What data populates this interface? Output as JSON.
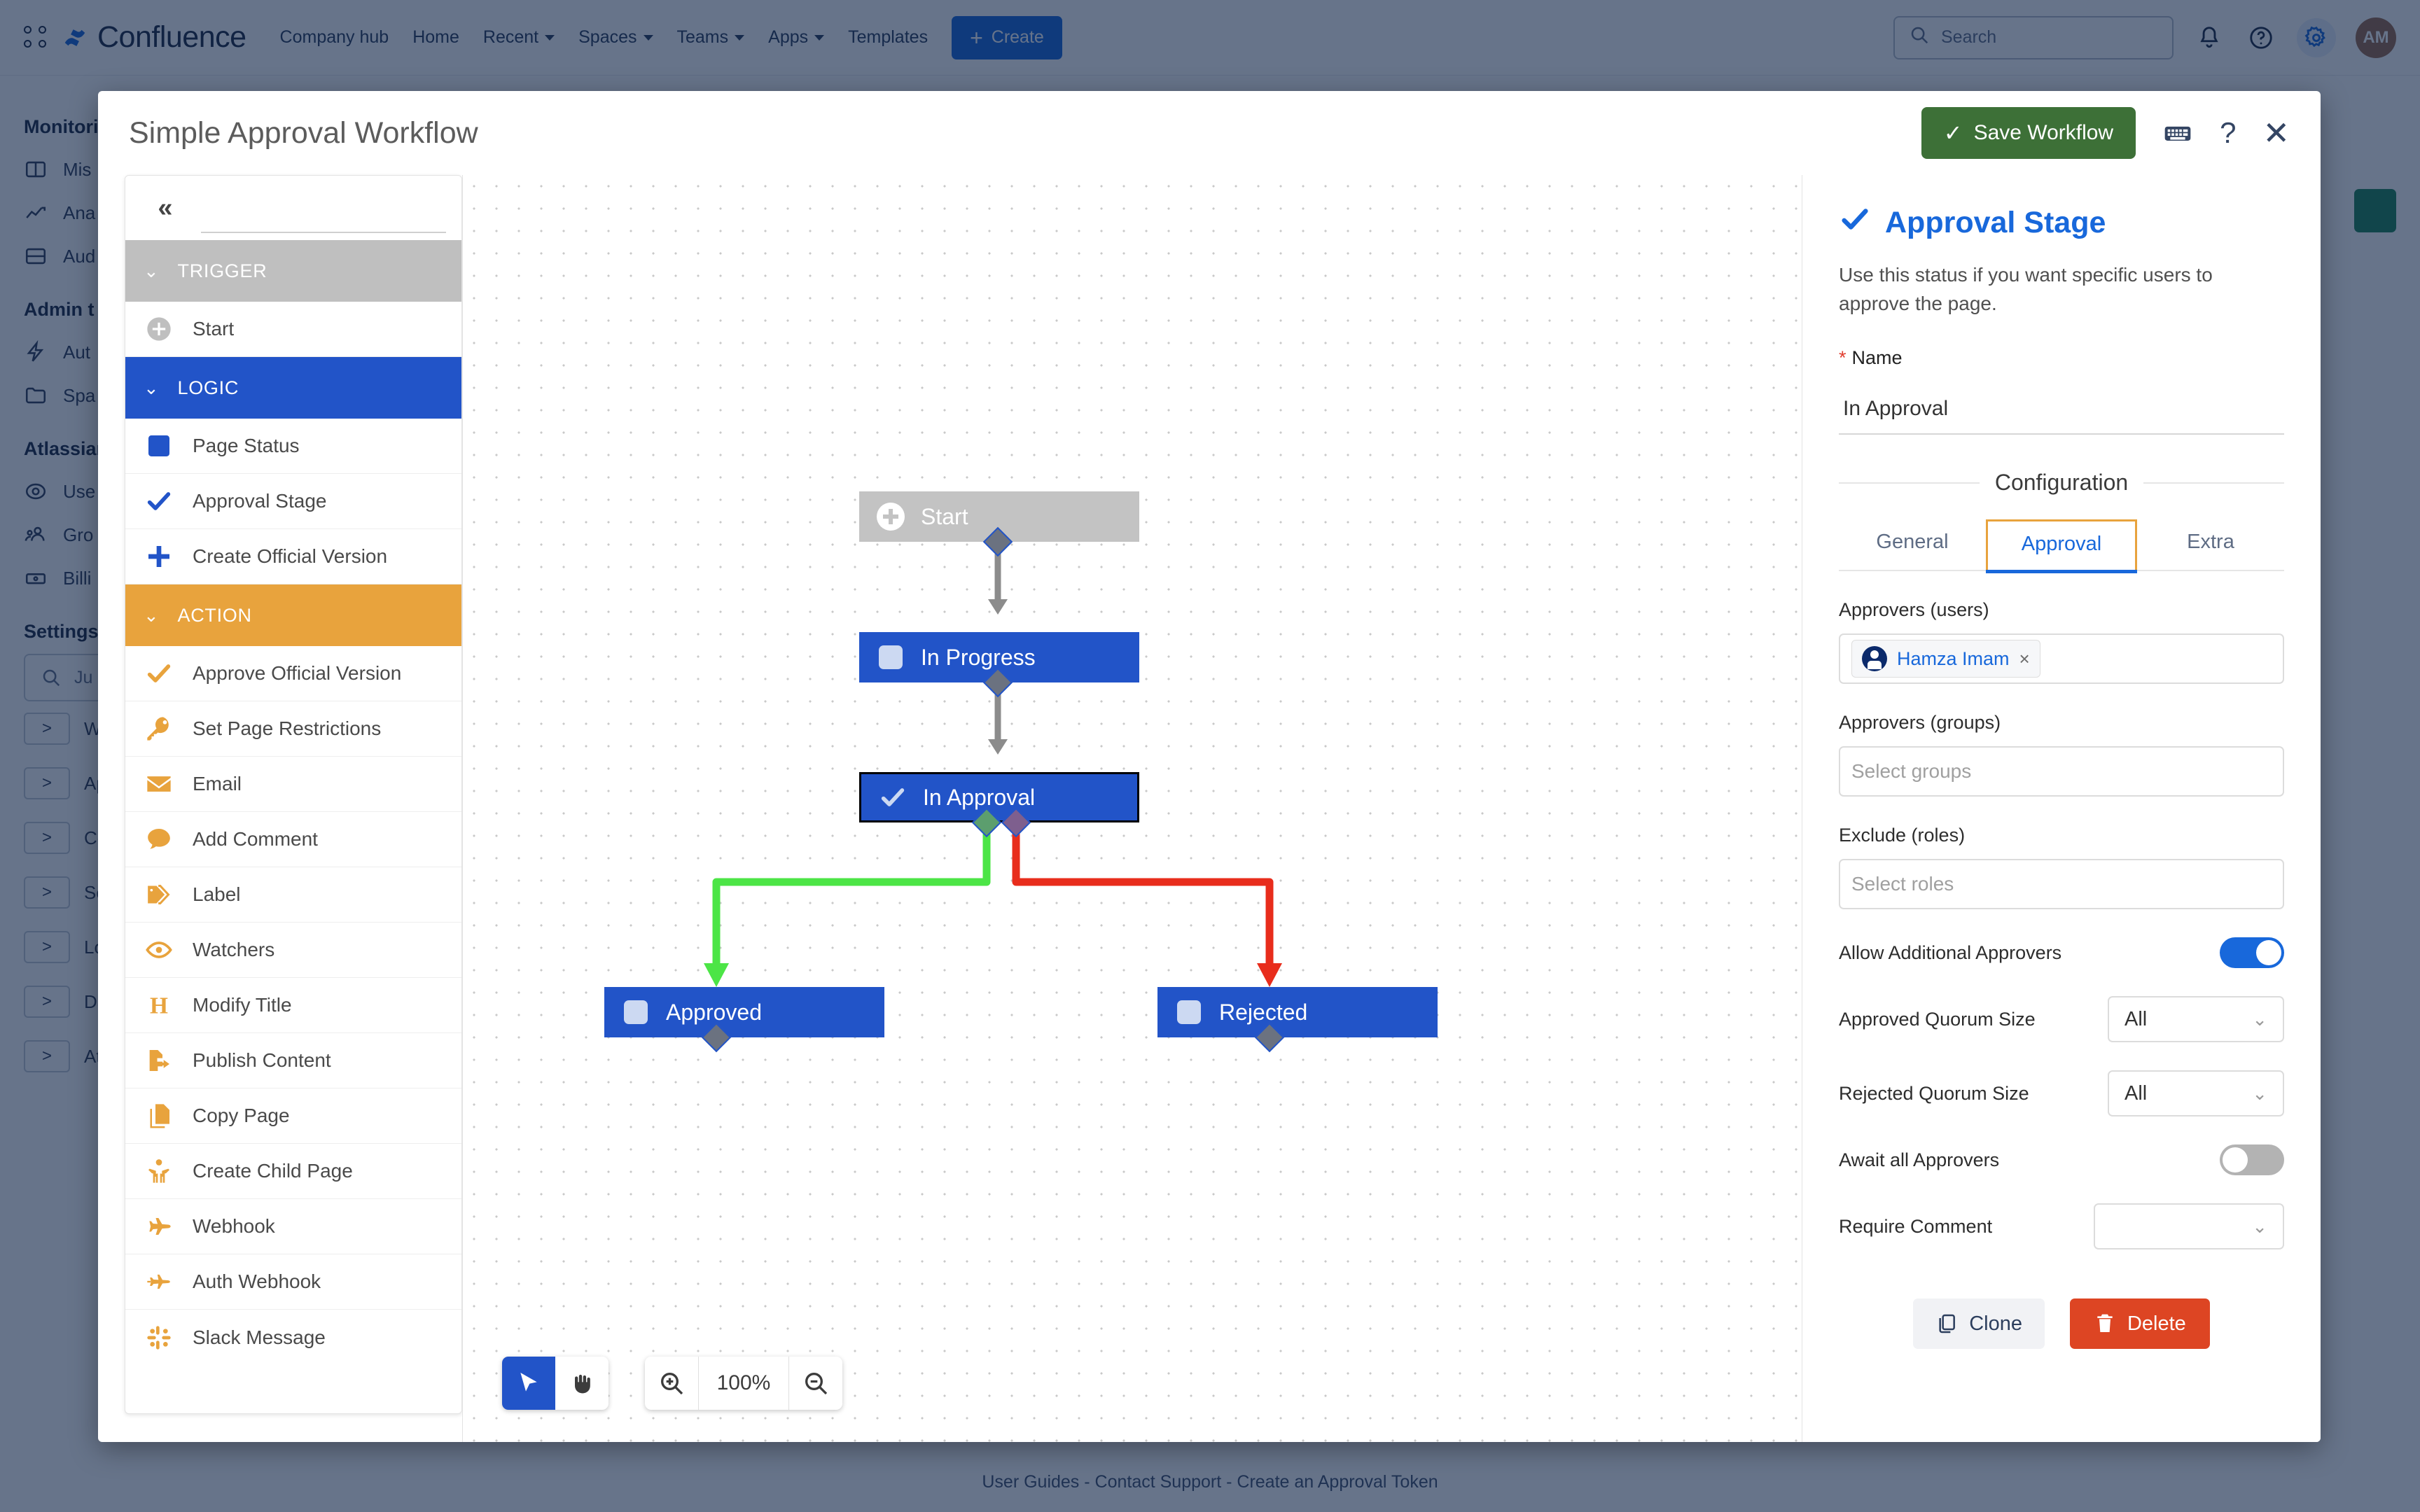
{
  "topnav": {
    "brand": "Confluence",
    "links": [
      {
        "label": "Company hub",
        "caret": false
      },
      {
        "label": "Home",
        "caret": false
      },
      {
        "label": "Recent",
        "caret": true
      },
      {
        "label": "Spaces",
        "caret": true
      },
      {
        "label": "Teams",
        "caret": true
      },
      {
        "label": "Apps",
        "caret": true
      },
      {
        "label": "Templates",
        "caret": false
      }
    ],
    "create_label": "Create",
    "search_placeholder": "Search",
    "avatar_initials": "AM"
  },
  "admin_sidebar": {
    "sections": [
      {
        "title": "Monitoring",
        "items": [
          "Mis",
          "Ana",
          "Aud"
        ]
      },
      {
        "title": "Admin t",
        "items": [
          "Aut",
          "Spa"
        ]
      },
      {
        "title": "Atlassian",
        "items": [
          "Use",
          "Gro",
          "Billi"
        ]
      },
      {
        "title": "Settings",
        "items": []
      }
    ],
    "jump_placeholder": "Ju",
    "expanders": [
      "Wor",
      "App",
      "Con",
      "Sec",
      "Look",
      "Data",
      "Atla"
    ]
  },
  "footer": {
    "text": "User Guides - Contact Support - Create an Approval Token"
  },
  "modal": {
    "title": "Simple Approval Workflow",
    "save_label": "Save Workflow",
    "help_label": "?",
    "close_label": "✕"
  },
  "palette": {
    "collapse_label": "«",
    "search_value": "",
    "groups": [
      {
        "name": "TRIGGER",
        "color": "#bfbfbf",
        "items": [
          {
            "label": "Start",
            "icon": "plus-circle-icon",
            "color": "#bfbfbf"
          }
        ]
      },
      {
        "name": "LOGIC",
        "color": "#2254c8",
        "items": [
          {
            "label": "Page Status",
            "icon": "square-icon",
            "color": "#2254c8"
          },
          {
            "label": "Approval Stage",
            "icon": "check-icon",
            "color": "#2254c8"
          },
          {
            "label": "Create Official Version",
            "icon": "plus-icon",
            "color": "#2254c8"
          }
        ]
      },
      {
        "name": "ACTION",
        "color": "#e8a33d",
        "items": [
          {
            "label": "Approve Official Version",
            "icon": "check-icon",
            "color": "#e8a33d"
          },
          {
            "label": "Set Page Restrictions",
            "icon": "key-icon",
            "color": "#e8a33d"
          },
          {
            "label": "Email",
            "icon": "envelope-icon",
            "color": "#e8a33d"
          },
          {
            "label": "Add Comment",
            "icon": "comment-icon",
            "color": "#e8a33d"
          },
          {
            "label": "Label",
            "icon": "tag-icon",
            "color": "#e8a33d"
          },
          {
            "label": "Watchers",
            "icon": "eye-icon",
            "color": "#e8a33d"
          },
          {
            "label": "Modify Title",
            "icon": "heading-icon",
            "color": "#e8a33d"
          },
          {
            "label": "Publish Content",
            "icon": "publish-icon",
            "color": "#e8a33d"
          },
          {
            "label": "Copy Page",
            "icon": "copy-icon",
            "color": "#e8a33d"
          },
          {
            "label": "Create Child Page",
            "icon": "child-icon",
            "color": "#e8a33d"
          },
          {
            "label": "Webhook",
            "icon": "plane-icon",
            "color": "#e8a33d"
          },
          {
            "label": "Auth Webhook",
            "icon": "jet-icon",
            "color": "#e8a33d"
          },
          {
            "label": "Slack Message",
            "icon": "slack-icon",
            "color": "#e8a33d"
          }
        ]
      }
    ]
  },
  "canvas": {
    "nodes": [
      {
        "id": "start",
        "label": "Start",
        "kind": "start",
        "icon": "plus-circle-icon",
        "selected": false
      },
      {
        "id": "in-progress",
        "label": "In Progress",
        "kind": "blue",
        "icon": "square-icon",
        "selected": false
      },
      {
        "id": "in-approval",
        "label": "In Approval",
        "kind": "blue",
        "icon": "check-icon",
        "selected": true
      },
      {
        "id": "approved",
        "label": "Approved",
        "kind": "blue",
        "icon": "square-icon",
        "selected": false
      },
      {
        "id": "rejected",
        "label": "Rejected",
        "kind": "blue",
        "icon": "square-icon",
        "selected": false
      }
    ],
    "edges": [
      {
        "from": "start",
        "to": "in-progress",
        "color": "#8c8c8c"
      },
      {
        "from": "in-progress",
        "to": "in-approval",
        "color": "#8c8c8c"
      },
      {
        "from": "in-approval",
        "to": "approved",
        "color": "#4ce546"
      },
      {
        "from": "in-approval",
        "to": "rejected",
        "color": "#e82d1c"
      }
    ],
    "toolbar": {
      "select_tool": "cursor-icon",
      "pan_tool": "hand-icon",
      "zoom_in": "zoom-in-icon",
      "zoom_out": "zoom-out-icon",
      "zoom_value": "100%"
    }
  },
  "config": {
    "title": "Approval Stage",
    "description": "Use this status if you want specific users to approve the page.",
    "name_label": "Name",
    "name_required_mark": "*",
    "name_value": "In Approval",
    "section_label": "Configuration",
    "tabs": [
      {
        "label": "General",
        "active": false
      },
      {
        "label": "Approval",
        "active": true
      },
      {
        "label": "Extra",
        "active": false
      }
    ],
    "fields": {
      "approvers_users_label": "Approvers (users)",
      "approvers_users_chips": [
        {
          "name": "Hamza Imam",
          "remove": "×"
        }
      ],
      "approvers_groups_label": "Approvers (groups)",
      "approvers_groups_placeholder": "Select groups",
      "exclude_roles_label": "Exclude (roles)",
      "exclude_roles_placeholder": "Select roles",
      "allow_additional_label": "Allow Additional Approvers",
      "allow_additional_on": true,
      "approved_quorum_label": "Approved Quorum Size",
      "approved_quorum_value": "All",
      "rejected_quorum_label": "Rejected Quorum Size",
      "rejected_quorum_value": "All",
      "await_all_label": "Await all Approvers",
      "await_all_on": false,
      "require_comment_label": "Require Comment",
      "require_comment_value": ""
    },
    "clone_label": "Clone",
    "delete_label": "Delete"
  },
  "colors": {
    "brand_blue": "#1868db",
    "node_blue": "#2254c8",
    "action_orange": "#e8a33d",
    "trigger_gray": "#bfbfbf",
    "save_green": "#3d7037",
    "delete_red": "#dd4523",
    "edge_green": "#4ce546",
    "edge_red": "#e82d1c"
  }
}
